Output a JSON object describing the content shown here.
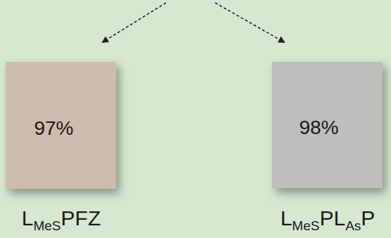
{
  "diagram": {
    "nodes": [
      {
        "text": [
          "97%"
        ]
      },
      {
        "text": [
          "98%"
        ]
      }
    ],
    "labels": [
      "L",
      "MeS",
      "PFZ",
      "L",
      "MeS",
      "PL",
      "As",
      "P"
    ]
  }
}
